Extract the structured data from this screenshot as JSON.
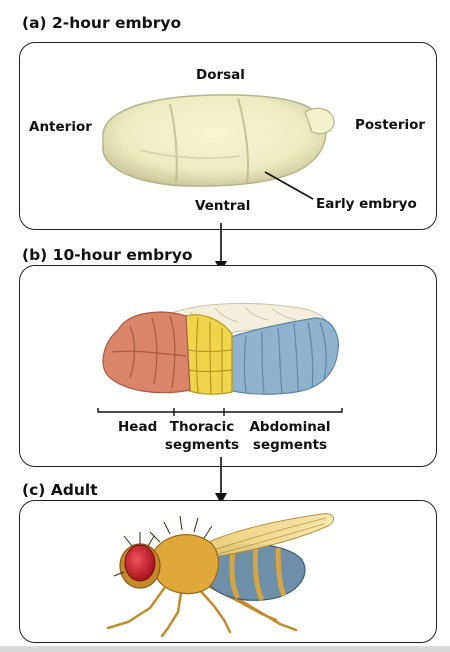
{
  "panel_a": {
    "title": "(a)  2-hour embryo",
    "labels": {
      "dorsal": "Dorsal",
      "ventral": "Ventral",
      "anterior": "Anterior",
      "posterior": "Posterior",
      "early_embryo": "Early embryo"
    }
  },
  "panel_b": {
    "title": "(b)  10-hour embryo",
    "labels": {
      "head": "Head",
      "thoracic_1": "Thoracic",
      "thoracic_2": "segments",
      "abdominal_1": "Abdominal",
      "abdominal_2": "segments"
    }
  },
  "panel_c": {
    "title": "(c)  Adult"
  },
  "colors": {
    "egg_fill": "#efedbf",
    "head_region": "#d9856a",
    "thoracic_region": "#f0d44a",
    "abdominal_region": "#8fb3cf",
    "dorsal_region": "#f3efdc",
    "fly_body": "#e0a83a",
    "fly_eye": "#d2202a",
    "fly_abdomen": "#6f8fa8",
    "fly_wing": "#f2d98a"
  }
}
